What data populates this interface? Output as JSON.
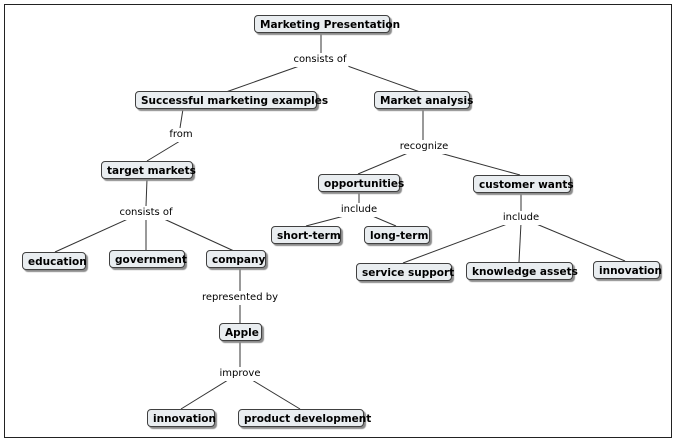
{
  "concept_map": {
    "nodes": {
      "root": "Marketing Presentation",
      "examples": "Successful marketing examples",
      "analysis": "Market analysis",
      "target": "target markets",
      "education": "education",
      "government": "government",
      "company": "company",
      "apple": "Apple",
      "innovation_left": "innovation",
      "product_dev": "product development",
      "opportunities": "opportunities",
      "short_term": "short-term",
      "long_term": "long-term",
      "customer_wants": "customer wants",
      "service_support": "service support",
      "knowledge_assets": "knowledge assets",
      "innovation_right": "innovation"
    },
    "linking_phrases": {
      "consists_of_top": "consists of",
      "from": "from",
      "recognize": "recognize",
      "consists_of_left": "consists of",
      "include_opp": "include",
      "include_cw": "include",
      "represented_by": "represented by",
      "improve": "improve"
    }
  }
}
